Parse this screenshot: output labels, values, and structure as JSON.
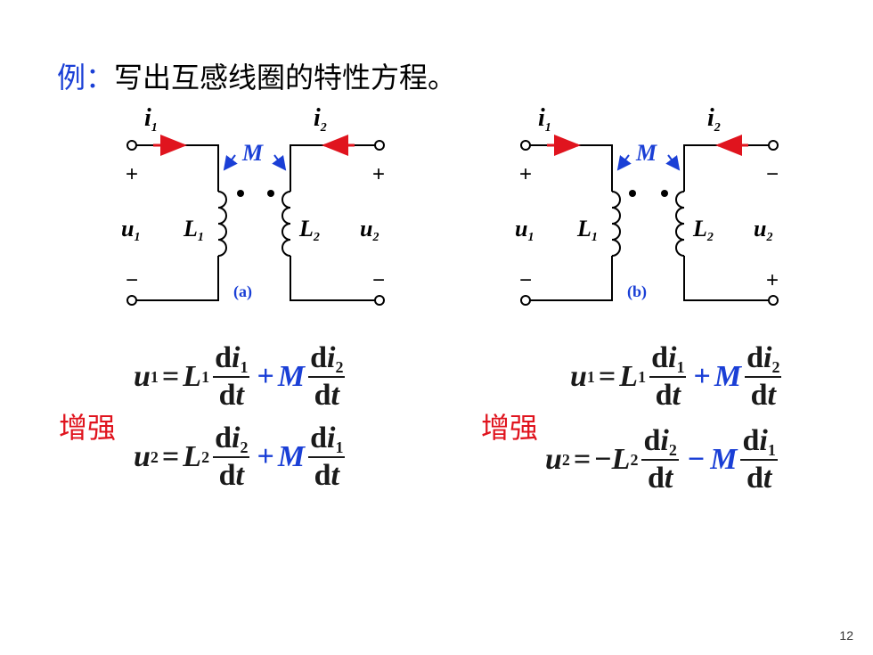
{
  "title": {
    "lead": "例：",
    "text": "写出互感线圈的特性方程。"
  },
  "circuit_a": {
    "current_1": "i",
    "current_1_sub": "1",
    "current_2": "i",
    "current_2_sub": "2",
    "mutual": "M",
    "inductor_1": "L",
    "inductor_1_sub": "1",
    "inductor_2": "L",
    "inductor_2_sub": "2",
    "voltage_1": "u",
    "voltage_1_sub": "1",
    "voltage_2": "u",
    "voltage_2_sub": "2",
    "pol_left_top": "+",
    "pol_left_bottom": "−",
    "pol_right_top": "+",
    "pol_right_bottom": "−",
    "caption": "(a)"
  },
  "circuit_b": {
    "current_1": "i",
    "current_1_sub": "1",
    "current_2": "i",
    "current_2_sub": "2",
    "mutual": "M",
    "inductor_1": "L",
    "inductor_1_sub": "1",
    "inductor_2": "L",
    "inductor_2_sub": "2",
    "voltage_1": "u",
    "voltage_1_sub": "1",
    "voltage_2": "u",
    "voltage_2_sub": "2",
    "pol_left_top": "+",
    "pol_left_bottom": "−",
    "pol_right_top": "−",
    "pol_right_bottom": "+",
    "caption": "(b)"
  },
  "equations": {
    "a_tag": "增强",
    "b_tag": "增强",
    "a_eq1": {
      "lhs": "u",
      "lhs_sub": "1",
      "eq": "=",
      "L": "L",
      "L_sub": "1",
      "d": "d",
      "i": "i",
      "i_sub1": "1",
      "i_sub2": "2",
      "dt": "d",
      "t": "t",
      "op": "+",
      "M": "M"
    },
    "a_eq2": {
      "lhs": "u",
      "lhs_sub": "2",
      "eq": "=",
      "L": "L",
      "L_sub": "2",
      "op": "+",
      "M": "M"
    },
    "b_eq1": {
      "lhs": "u",
      "lhs_sub": "1",
      "eq": "=",
      "L": "L",
      "L_sub": "1",
      "op": "+",
      "M": "M"
    },
    "b_eq2": {
      "lhs": "u",
      "lhs_sub": "2",
      "eq": "=",
      "neg": "−",
      "L": "L",
      "L_sub": "2",
      "op": "−",
      "M": "M"
    }
  },
  "page_number": "12",
  "colors": {
    "title_accent": "#1a3fd6",
    "arrow": "#e0141e",
    "mutual": "#1a3fd6",
    "tag": "#e0141e"
  }
}
